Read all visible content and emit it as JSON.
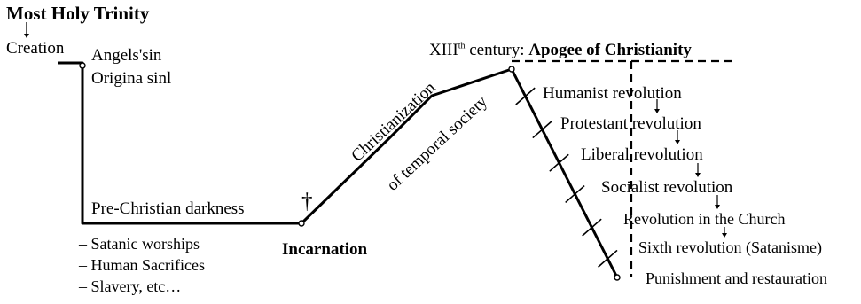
{
  "header": {
    "title_partial": "Catholic and Counter-Revolutionary View of History"
  },
  "top": {
    "trinity": "Most Holy Trinity",
    "creation": "Creation"
  },
  "fall": {
    "angels_sin": "Angels'sin",
    "original_sin": "Origina sinl"
  },
  "darkness": {
    "label": "Pre-Christian darkness",
    "items": [
      "– Satanic worships",
      "– Human Sacrifices",
      "– Slavery, etc…"
    ]
  },
  "incarnation": {
    "label": "Incarnation",
    "symbol": "†"
  },
  "rise": {
    "line1": "Christianization",
    "line2": "of temporal society"
  },
  "apogee": {
    "century_prefix": "XIII",
    "century_sup": "th",
    "century_suffix": " century: ",
    "label": "Apogee of Christianity"
  },
  "revolutions": [
    "Humanist revolution",
    "Protestant revolution",
    "Liberal revolution",
    "Socialist revolution",
    "Revolution in the Church",
    "Sixth revolution (Satanisme)",
    "Punishment and restauration"
  ]
}
